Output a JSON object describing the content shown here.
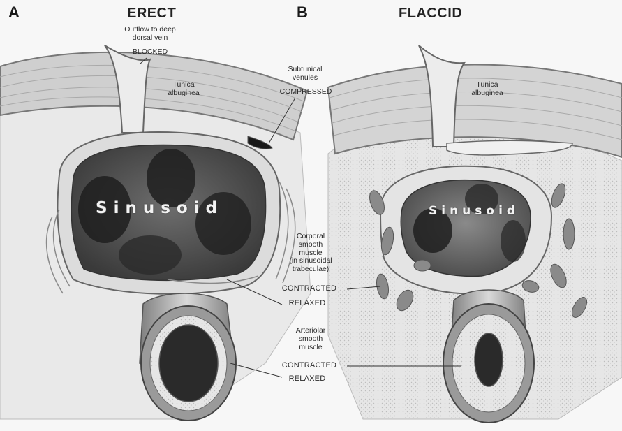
{
  "panels": {
    "a": {
      "letter": "A",
      "title": "ERECT"
    },
    "b": {
      "letter": "B",
      "title": "FLACCID"
    }
  },
  "labels": {
    "outflow": "Outflow to deep\ndorsal vein",
    "outflow_state": "BLOCKED",
    "tunica_a": "Tunica\nalbuginea",
    "tunica_b": "Tunica\nalbuginea",
    "subtunical": "Subtunical\nvenules",
    "subtunical_state": "COMPRESSED",
    "sinusoid_a": "Sinusoid",
    "sinusoid_b": "Sinusoid",
    "corporal": "Corporal\nsmooth\nmuscle\n(in sinusoidal\ntrabeculae)",
    "corporal_contracted": "CONTRACTED",
    "corporal_relaxed": "RELAXED",
    "arteriolar": "Arteriolar\nsmooth\nmuscle",
    "arteriolar_contracted": "CONTRACTED",
    "arteriolar_relaxed": "RELAXED"
  },
  "colors": {
    "background": "#f7f7f7",
    "tunica": "#cfcfcf",
    "sinus_dark": "#2b2b2b",
    "muscle": "#8a8a8a",
    "vessel_wall": "#9a9a9a"
  }
}
